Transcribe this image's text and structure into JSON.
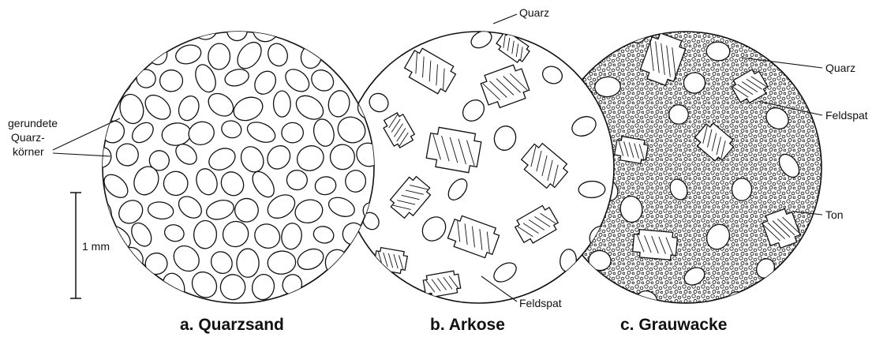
{
  "labels": {
    "rounded_grains_1": "gerundete",
    "rounded_grains_2": "Quarz-",
    "rounded_grains_3": "körner",
    "scale": "1 mm",
    "arkose_quartz": "Quarz",
    "arkose_feldspar": "Feldspat",
    "gw_quartz": "Quarz",
    "gw_feldspar": "Feldspat",
    "gw_clay": "Ton"
  },
  "captions": {
    "a": "a. Quarzsand",
    "b": "b. Arkose",
    "c": "c. Grauwacke"
  }
}
